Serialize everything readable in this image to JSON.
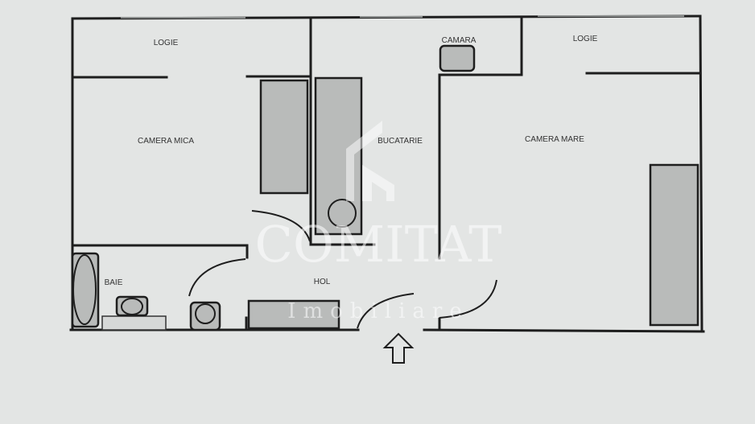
{
  "floor_plan": {
    "rooms": {
      "logie_left": "LOGIE",
      "camera_mica": "CAMERA MICA",
      "bucatarie": "BUCATARIE",
      "camara": "CAMARA",
      "logie_right": "LOGIE",
      "camera_mare": "CAMERA MARE",
      "baie": "BAIE",
      "hol": "HOL"
    },
    "entrance_icon": "up-arrow-icon"
  },
  "watermark": {
    "brand": "COMITAT",
    "subtitle": "Imobiliare",
    "logo_icon": "house-logo-icon"
  },
  "colors": {
    "background": "#e3e5e4",
    "walls": "#1e1e1e",
    "furniture": "#b9bbba"
  }
}
